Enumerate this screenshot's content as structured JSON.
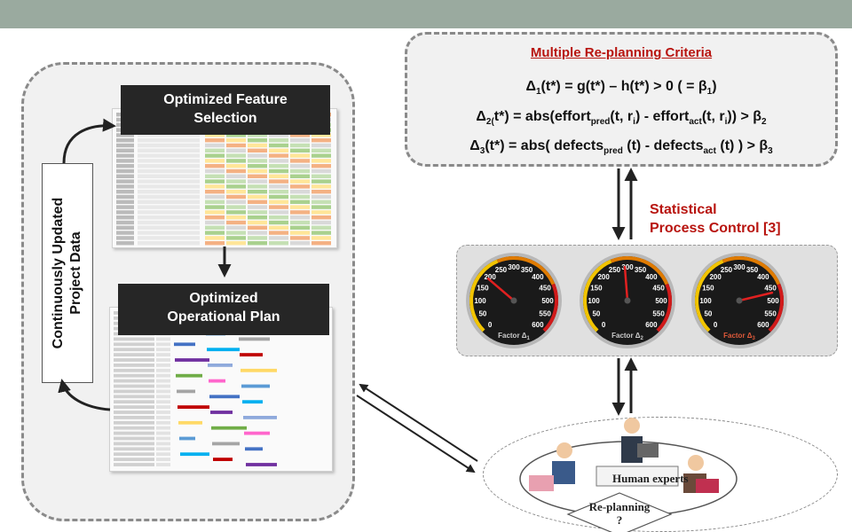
{
  "criteria": {
    "title": "Multiple Re-planning Criteria",
    "formula1": {
      "a": "Δ",
      "a_sub": "1",
      "b": "(t*) = g(t*) – h(t*) > 0 ( = β",
      "b_sub": "1",
      "c": ")"
    },
    "formula2": {
      "a": "Δ",
      "a_sub": "2(",
      "b": "t*) = abs(effort",
      "b_sub": "pred",
      "c": "(t, r",
      "c_sub": "i",
      "d": ") - effort",
      "d_sub": "act",
      "e": "(t, r",
      "e_sub": "i",
      "f": ")) > β",
      "f_sub": "2"
    },
    "formula3": {
      "a": "Δ",
      "a_sub": "3",
      "b": "(t*) = abs( defects",
      "b_sub": "pred",
      "c": " (t) - defects",
      "c_sub": "act",
      "d": " (t) ) > β",
      "d_sub": "3"
    }
  },
  "left_panel": {
    "vertical_label_line1": "Continuously Updated",
    "vertical_label_line2": "Project Data",
    "feature_label_line1": "Optimized Feature",
    "feature_label_line2": "Selection",
    "plan_label_line1": "Optimized",
    "plan_label_line2": "Operational Plan"
  },
  "spc": {
    "line1": "Statistical",
    "line2": "Process Control  [3]"
  },
  "gauges": {
    "ticks": [
      "0",
      "50",
      "100",
      "150",
      "200",
      "250",
      "300",
      "350",
      "400",
      "450",
      "500",
      "550",
      "600"
    ],
    "items": [
      {
        "factor": "Factor Δ",
        "factor_sub": "1",
        "value": 190,
        "factor_color": "#cccccc"
      },
      {
        "factor": "Factor Δ",
        "factor_sub": "2",
        "value": 290,
        "factor_color": "#cccccc"
      },
      {
        "factor": "Factor Δ",
        "factor_sub": "3",
        "value": 470,
        "factor_color": "#e05a3a"
      }
    ]
  },
  "experts": {
    "label": "Human experts",
    "replanning_line1": "Re-planning",
    "replanning_line2": "?"
  },
  "colors": {
    "accent_red": "#b8140f",
    "dark_label": "#262626",
    "top_bar": "#9aaa9f"
  }
}
